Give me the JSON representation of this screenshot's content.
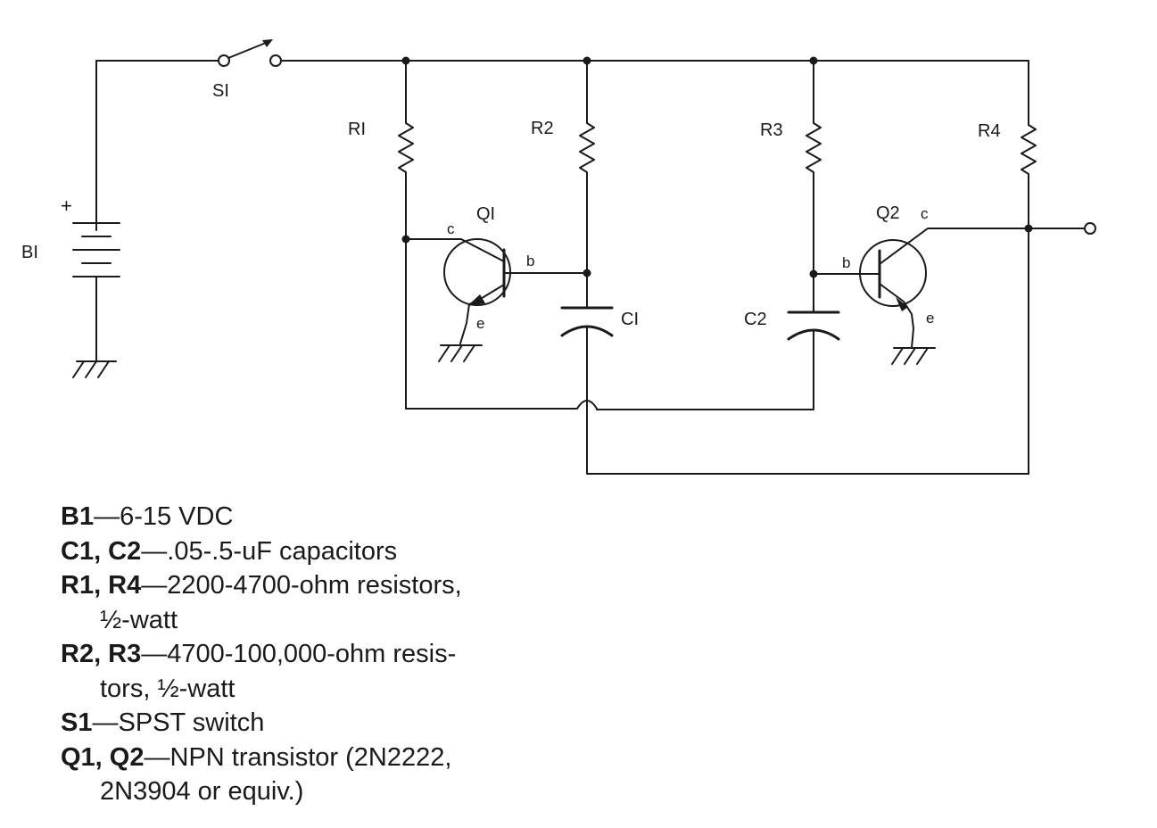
{
  "labels": {
    "S1": "SI",
    "B1": "BI",
    "B1_plus": "+",
    "R1": "RI",
    "R2": "R2",
    "R3": "R3",
    "R4": "R4",
    "C1": "CI",
    "C2": "C2",
    "Q1": "QI",
    "Q2": "Q2",
    "q1_c": "c",
    "q1_b": "b",
    "q1_e": "e",
    "q2_c": "c",
    "q2_b": "b",
    "q2_e": "e"
  },
  "parts_list": [
    {
      "ref": "B1",
      "sep": "—",
      "desc": "6-15 VDC"
    },
    {
      "ref": "C1, C2",
      "sep": "—",
      "desc": ".05-.5-uF capacitors"
    },
    {
      "ref": "R1, R4",
      "sep": "—",
      "desc": "2200-4700-ohm resistors,"
    },
    {
      "ref": "",
      "sep": "",
      "desc": "½-watt"
    },
    {
      "ref": "R2, R3",
      "sep": "—",
      "desc": "4700-100,000-ohm resis-"
    },
    {
      "ref": "",
      "sep": "",
      "desc": "tors, ½-watt"
    },
    {
      "ref": "S1",
      "sep": "—",
      "desc": "SPST switch"
    },
    {
      "ref": "Q1, Q2",
      "sep": "—",
      "desc": "NPN transistor (2N2222,"
    },
    {
      "ref": "",
      "sep": "",
      "desc": "2N3904 or equiv.)"
    }
  ]
}
